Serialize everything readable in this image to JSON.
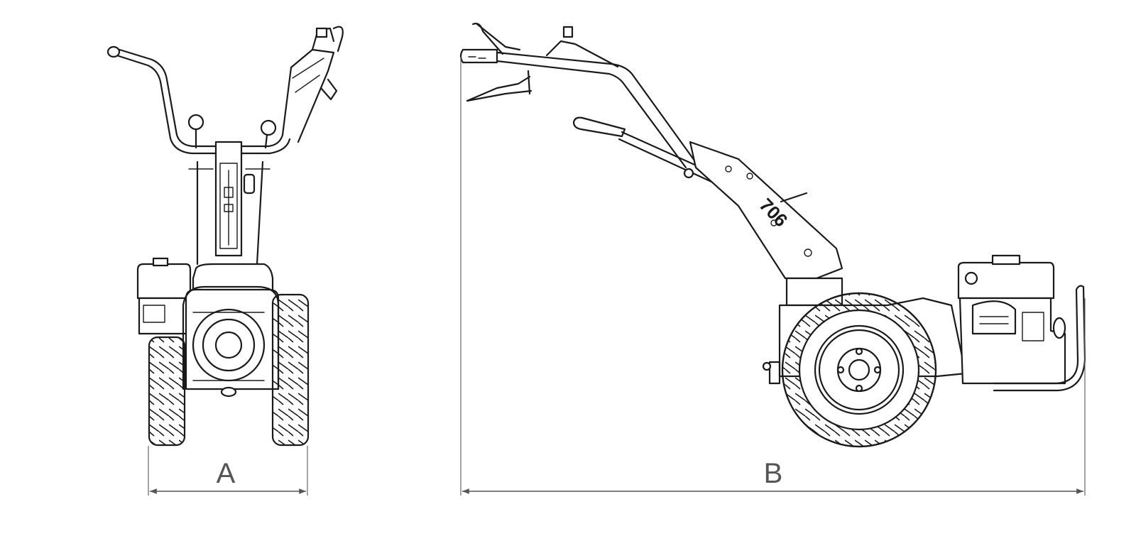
{
  "dimensions": {
    "width_label": "A",
    "length_label": "B"
  },
  "model_marking": "706",
  "views": [
    "front-view",
    "side-view"
  ]
}
